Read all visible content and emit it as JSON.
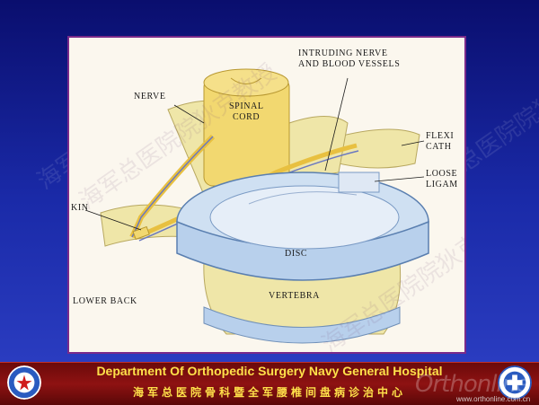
{
  "diagram": {
    "labels": {
      "intruding": [
        "INTRUDING NERVE",
        "AND BLOOD VESSELS"
      ],
      "nerve": "NERVE",
      "spinal_cord": [
        "SPINAL",
        "CORD"
      ],
      "flexi": [
        "FLEXI",
        "CATH"
      ],
      "loose": [
        "LOOSE",
        "LIGAM"
      ],
      "skin": "KIN",
      "lower_back": "LOWER BACK",
      "disc": "DISC",
      "vertebra": "VERTEBRA"
    }
  },
  "watermark": {
    "text": "海军总医院院狄克教授"
  },
  "footer": {
    "english": "Department Of Orthopedic Surgery Navy General Hospital",
    "chinese": "海军总医院骨科暨全军腰椎间盘病诊治中心",
    "brand": "Orthonline",
    "site": "www.orthonline.com.cn"
  },
  "colors": {
    "slide_bg": "#1a2aa8",
    "footer_bg": "#8e1212",
    "footer_text": "#ffe14a",
    "frame_border": "#7a2a8a",
    "disc": "#b8d0ec",
    "vertebra": "#efe6a8"
  }
}
